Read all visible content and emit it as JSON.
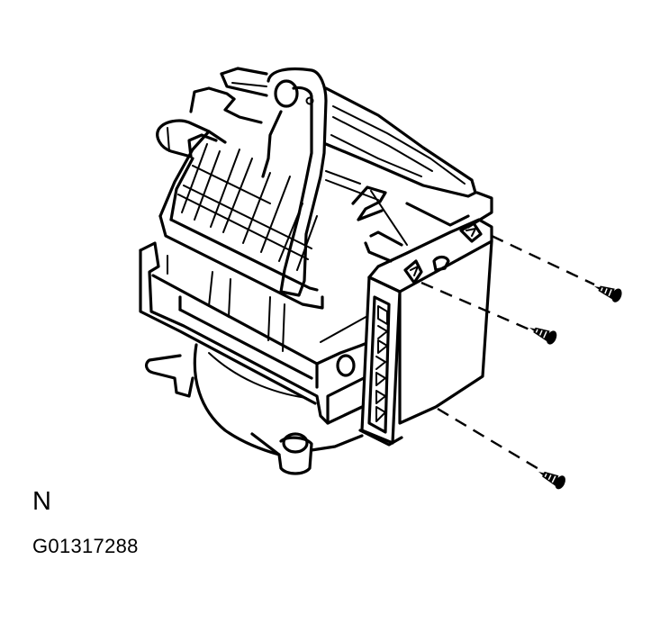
{
  "diagram": {
    "subject": "heater-blower-unit-with-control-module",
    "components": [
      {
        "name": "blower-case",
        "label": ""
      },
      {
        "name": "control-module",
        "label": ""
      },
      {
        "name": "screw",
        "count": 3
      }
    ],
    "line_color": "#000000",
    "background_color": "#ffffff"
  },
  "caption": {
    "letter": "N",
    "figure_id": "G01317288"
  }
}
